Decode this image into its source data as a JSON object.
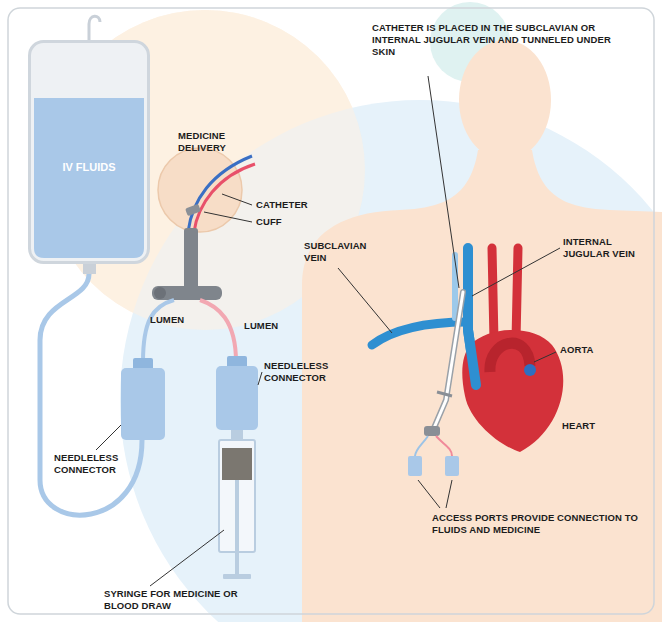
{
  "diagram": {
    "nodes": [
      {
        "text": [
          "IV FLUIDS"
        ]
      }
    ],
    "labels": [
      "CATHETER IS PLACED IN THE SUBCLAVIAN OR INTERNAL JUGULAR VEIN AND TUNNELED UNDER SKIN",
      "MEDICINE DELIVERY",
      "CATHETER",
      "CUFF",
      "SUBCLAVIAN VEIN",
      "INTERNAL JUGULAR VEIN",
      "LUMEN",
      "LUMEN",
      "AORTA",
      "NEEDLELESS CONNECTOR",
      "HEART",
      "NEEDLELESS CONNECTOR",
      "ACCESS PORTS PROVIDE CONNECTION TO FLUIDS AND MEDICINE",
      "SYRINGE FOR MEDICINE OR BLOOD DRAW"
    ]
  }
}
